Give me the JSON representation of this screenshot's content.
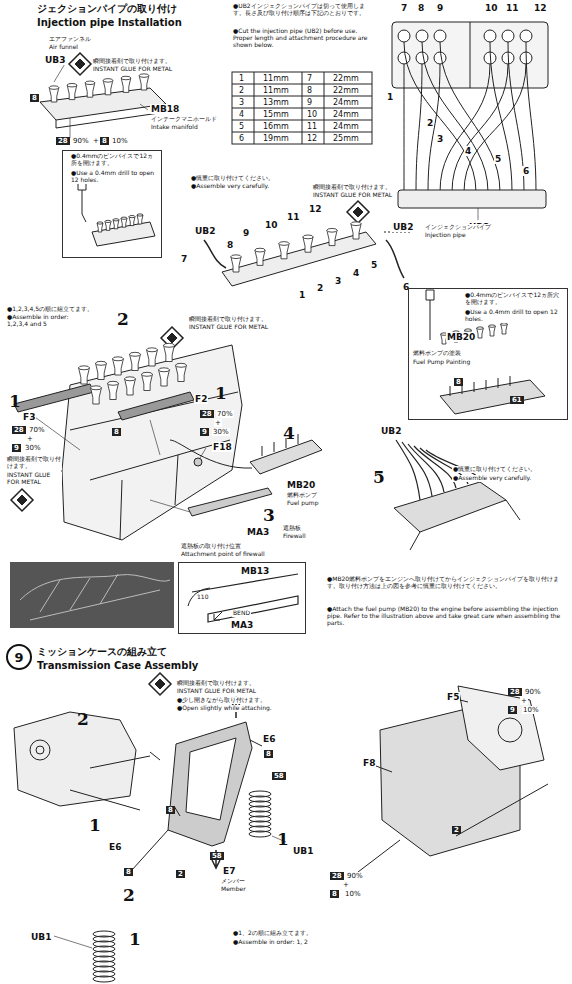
{
  "diagram": {
    "nodes": [
      {
        "text": [
          "●0.4mmのピンバイスで12ヵ所を開けます。",
          "●Use a 0.4mm drill to open 12 holes."
        ]
      },
      {
        "text": [
          "●0.4mmのピンバイスで12ヵ所穴を開けます。",
          "●Use a 0.4mm drill to open 12 holes.",
          "MB20",
          "燃料ポンプの塗装",
          "Fuel Pump Painting",
          "8",
          "61"
        ]
      },
      {
        "text": [
          "遮熱板の取り付け位置",
          "Attachment point of firewall",
          "MB13",
          "110",
          "BEND",
          "MA3"
        ]
      },
      {
        "text": [
          "9"
        ]
      }
    ],
    "labels": [
      "ジェクションパイプの取り付け",
      "Injection pipe Installation",
      "エアファンネル",
      "Air funnel",
      "UB3",
      "瞬間接着剤で取り付けます。",
      "INSTANT GLUE FOR METAL",
      "8",
      "MB18",
      "インテークマニホールド",
      "Intake manifold",
      "28",
      "90%",
      "+",
      "8",
      "10%",
      "●UB2インジェクションパイプは切って使用します。長さ及び取り付け順序は下記のとおりです。",
      "●Cut the injection pipe (UB2) before use. Proper length and attachment procedure are shown below.",
      "1",
      "11mm",
      "7",
      "22mm",
      "2",
      "11mm",
      "8",
      "22mm",
      "3",
      "13mm",
      "9",
      "24mm",
      "4",
      "15mm",
      "10",
      "24mm",
      "5",
      "16mm",
      "11",
      "24mm",
      "6",
      "19mm",
      "12",
      "25mm",
      "7",
      "8",
      "9",
      "10",
      "11",
      "12",
      "1",
      "2",
      "3",
      "4",
      "5",
      "6",
      "UB2",
      "●慎重に取り付けてください。",
      "●Assemble very carefully.",
      "瞬間接着剤で取り付けます。",
      "INSTANT GLUE FOR METAL",
      "UB2",
      "7",
      "8",
      "9",
      "10",
      "11",
      "12",
      "1",
      "2",
      "3",
      "4",
      "5",
      "UB2",
      "インジェクションパイプ",
      "Injection pipe",
      "6",
      "●1,2,3,4,5の順に組立てます。",
      "●Assemble in order: 1,2,3,4 and 5",
      "2",
      "瞬間接着剤で取り付けます。",
      "INSTANT GLUE FOR METAL",
      "1",
      "F3",
      "28",
      "70%",
      "+",
      "9",
      "30%",
      "F2",
      "1",
      "28",
      "70%",
      "+",
      "9",
      "30%",
      "F18",
      "8",
      "瞬間接着剤で取り付けます。",
      "INSTANT GLUE FOR METAL",
      "4",
      "MB20",
      "燃料ポンプ",
      "Fuel pump",
      "3",
      "MA3",
      "遮熱板",
      "Firewall",
      "UB2",
      "5",
      "●慎重に取り付けてください。",
      "●Assemble very carefully.",
      "●MB20燃料ポンプをエンジンへ取り付けてからインジェクションパイプを取り付けます。取り付け方法は上の図を参考に慎重に取り付けてください。",
      "●Attach the fuel pump (MB20) to the engine before assembling the injection pipe. Refer to the illustration above and take great care when assembling the parts.",
      "ミッションケースの組み立て",
      "Transmission Case Assembly",
      "瞬間接着剤で取り付けます。",
      "INSTANT GLUE FOR METAL",
      "●少し開きながら取り付けます。",
      "●Open slightly while attaching.",
      "2",
      "1",
      "E6",
      "8",
      "58",
      "8",
      "58",
      "E7",
      "メンバー",
      "Member",
      "2",
      "E6",
      "8",
      "2",
      "UB1",
      "1",
      "UB1",
      "1",
      "●1、2の順に組み立てます。",
      "●Assemble in order: 1, 2",
      "F5",
      "28",
      "90%",
      "+",
      "9",
      "10%",
      "F8",
      "2",
      "28",
      "90%",
      "+",
      "8",
      "10%"
    ]
  }
}
